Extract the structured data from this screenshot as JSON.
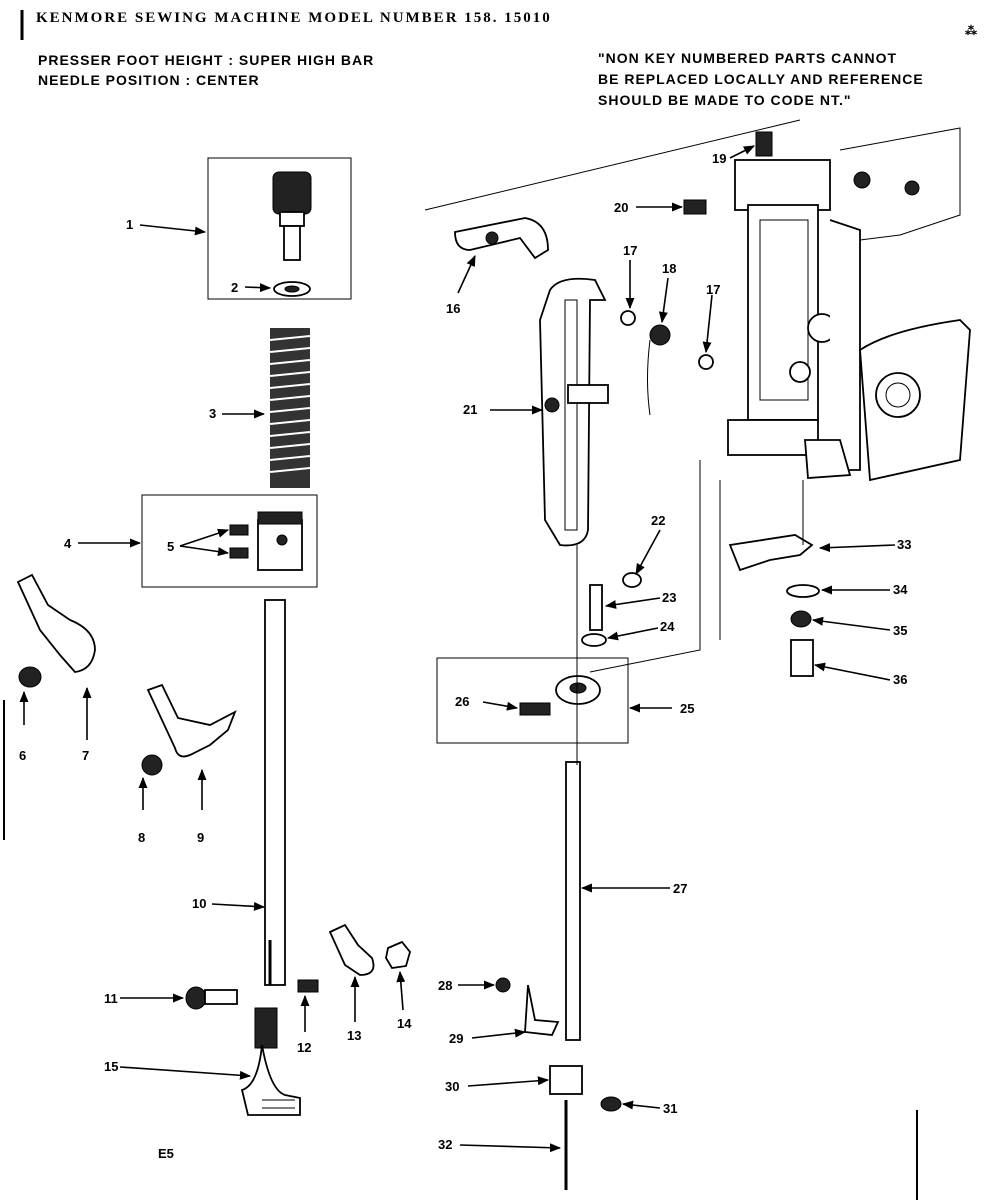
{
  "header": {
    "title": "KENMORE  SEWING  MACHINE  MODEL  NUMBER  158. 15010",
    "presser_foot_height": "PRESSER FOOT HEIGHT : SUPER HIGH BAR",
    "needle_position": "NEEDLE POSITION : CENTER",
    "note_line1": "\"NON KEY NUMBERED PARTS CANNOT",
    "note_line2": "BE REPLACED LOCALLY AND REFERENCE",
    "note_line3": "SHOULD BE MADE TO CODE NT.\"",
    "corner_mark": "⁂"
  },
  "page_code": "E5",
  "parts": {
    "p1": "1",
    "p2": "2",
    "p3": "3",
    "p4": "4",
    "p5": "5",
    "p6": "6",
    "p7": "7",
    "p8": "8",
    "p9": "9",
    "p10": "10",
    "p11": "11",
    "p12": "12",
    "p13": "13",
    "p14": "14",
    "p15": "15",
    "p16": "16",
    "p17a": "17",
    "p17b": "17",
    "p18": "18",
    "p19": "19",
    "p20": "20",
    "p21": "21",
    "p22": "22",
    "p23": "23",
    "p24": "24",
    "p25": "25",
    "p26": "26",
    "p27": "27",
    "p28": "28",
    "p29": "29",
    "p30": "30",
    "p31": "31",
    "p32": "32",
    "p33": "33",
    "p34": "34",
    "p35": "35",
    "p36": "36"
  }
}
